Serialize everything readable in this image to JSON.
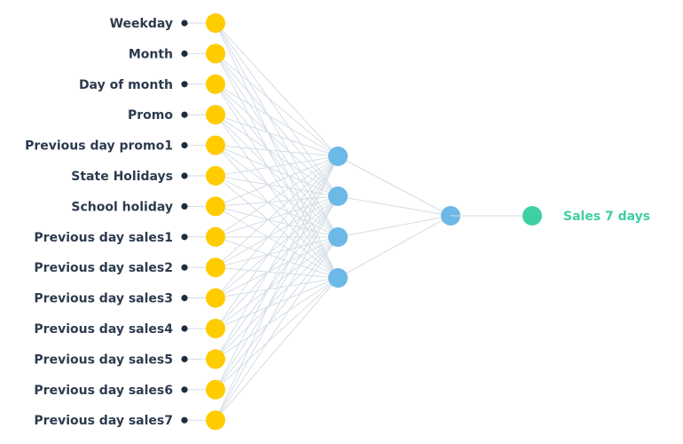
{
  "inputs": [
    "Weekday",
    "Month",
    "Day of month",
    "Promo",
    "Previous day promo1",
    "State Holidays",
    "School holiday",
    "Previous day sales1",
    "Previous day sales2",
    "Previous day sales3",
    "Previous day sales4",
    "Previous day sales5",
    "Previous day sales6",
    "Previous day sales7"
  ],
  "hidden_layer_size": 4,
  "aggregator_layer_size": 1,
  "output_label": "Sales 7 days",
  "colors": {
    "input_node": "#ffcc00",
    "hidden_node": "#6cb8e6",
    "output_node": "#3ecfa4",
    "output_label": "#3ecfa4",
    "label_text": "#2d3b4e",
    "label_dot": "#1f2d3d",
    "edge": "#d5dde5"
  }
}
